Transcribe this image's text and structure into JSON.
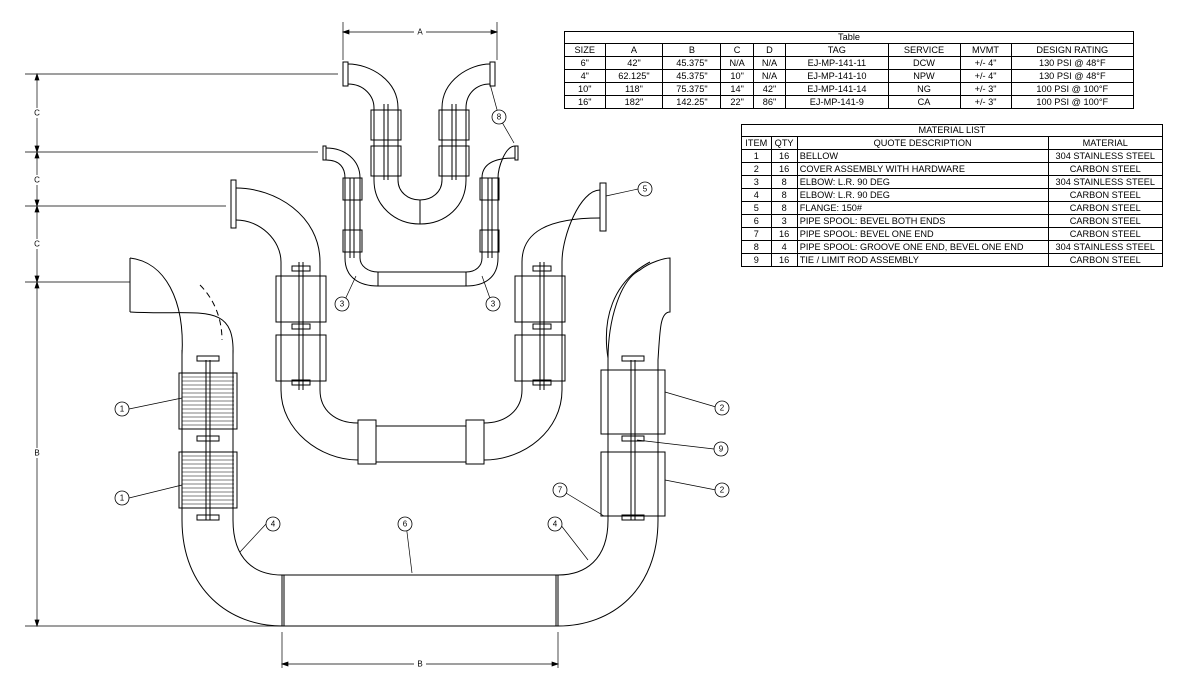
{
  "dimension_labels": {
    "top_a": "A",
    "bottom_b": "B",
    "left_c1": "C",
    "left_c2": "C",
    "left_c3": "C",
    "left_b": "B"
  },
  "balloons": [
    "1",
    "1",
    "2",
    "2",
    "3",
    "3",
    "4",
    "4",
    "5",
    "6",
    "7",
    "8",
    "9"
  ],
  "spec_table": {
    "title": "Table",
    "headers": [
      "SIZE",
      "A",
      "B",
      "C",
      "D",
      "TAG",
      "SERVICE",
      "MVMT",
      "DESIGN RATING"
    ],
    "rows": [
      [
        "6\"",
        "42\"",
        "45.375\"",
        "N/A",
        "N/A",
        "EJ-MP-141-11",
        "DCW",
        "+/- 4\"",
        "130 PSI @ 48°F"
      ],
      [
        "4\"",
        "62.125\"",
        "45.375\"",
        "10\"",
        "N/A",
        "EJ-MP-141-10",
        "NPW",
        "+/- 4\"",
        "130 PSI @ 48°F"
      ],
      [
        "10\"",
        "118\"",
        "75.375\"",
        "14\"",
        "42\"",
        "EJ-MP-141-14",
        "NG",
        "+/- 3\"",
        "100 PSI @ 100°F"
      ],
      [
        "16\"",
        "182\"",
        "142.25\"",
        "22\"",
        "86\"",
        "EJ-MP-141-9",
        "CA",
        "+/- 3\"",
        "100 PSI @ 100°F"
      ]
    ]
  },
  "material_list": {
    "title": "MATERIAL LIST",
    "headers": [
      "ITEM",
      "QTY",
      "QUOTE DESCRIPTION",
      "MATERIAL"
    ],
    "rows": [
      [
        "1",
        "16",
        "BELLOW",
        "304 STAINLESS STEEL"
      ],
      [
        "2",
        "16",
        "COVER ASSEMBLY WITH HARDWARE",
        "CARBON STEEL"
      ],
      [
        "3",
        "8",
        "ELBOW: L.R. 90 DEG",
        "304 STAINLESS STEEL"
      ],
      [
        "4",
        "8",
        "ELBOW: L.R. 90 DEG",
        "CARBON STEEL"
      ],
      [
        "5",
        "8",
        "FLANGE: 150#",
        "CARBON STEEL"
      ],
      [
        "6",
        "3",
        "PIPE SPOOL: BEVEL BOTH ENDS",
        "CARBON STEEL"
      ],
      [
        "7",
        "16",
        "PIPE SPOOL: BEVEL ONE END",
        "CARBON STEEL"
      ],
      [
        "8",
        "4",
        "PIPE SPOOL: GROOVE ONE END, BEVEL ONE END",
        "304 STAINLESS STEEL"
      ],
      [
        "9",
        "16",
        "TIE / LIMIT ROD ASSEMBLY",
        "CARBON STEEL"
      ]
    ]
  },
  "colors": {
    "line": "#000000",
    "background": "#ffffff",
    "bellows_fill": "#d9d9d9"
  }
}
